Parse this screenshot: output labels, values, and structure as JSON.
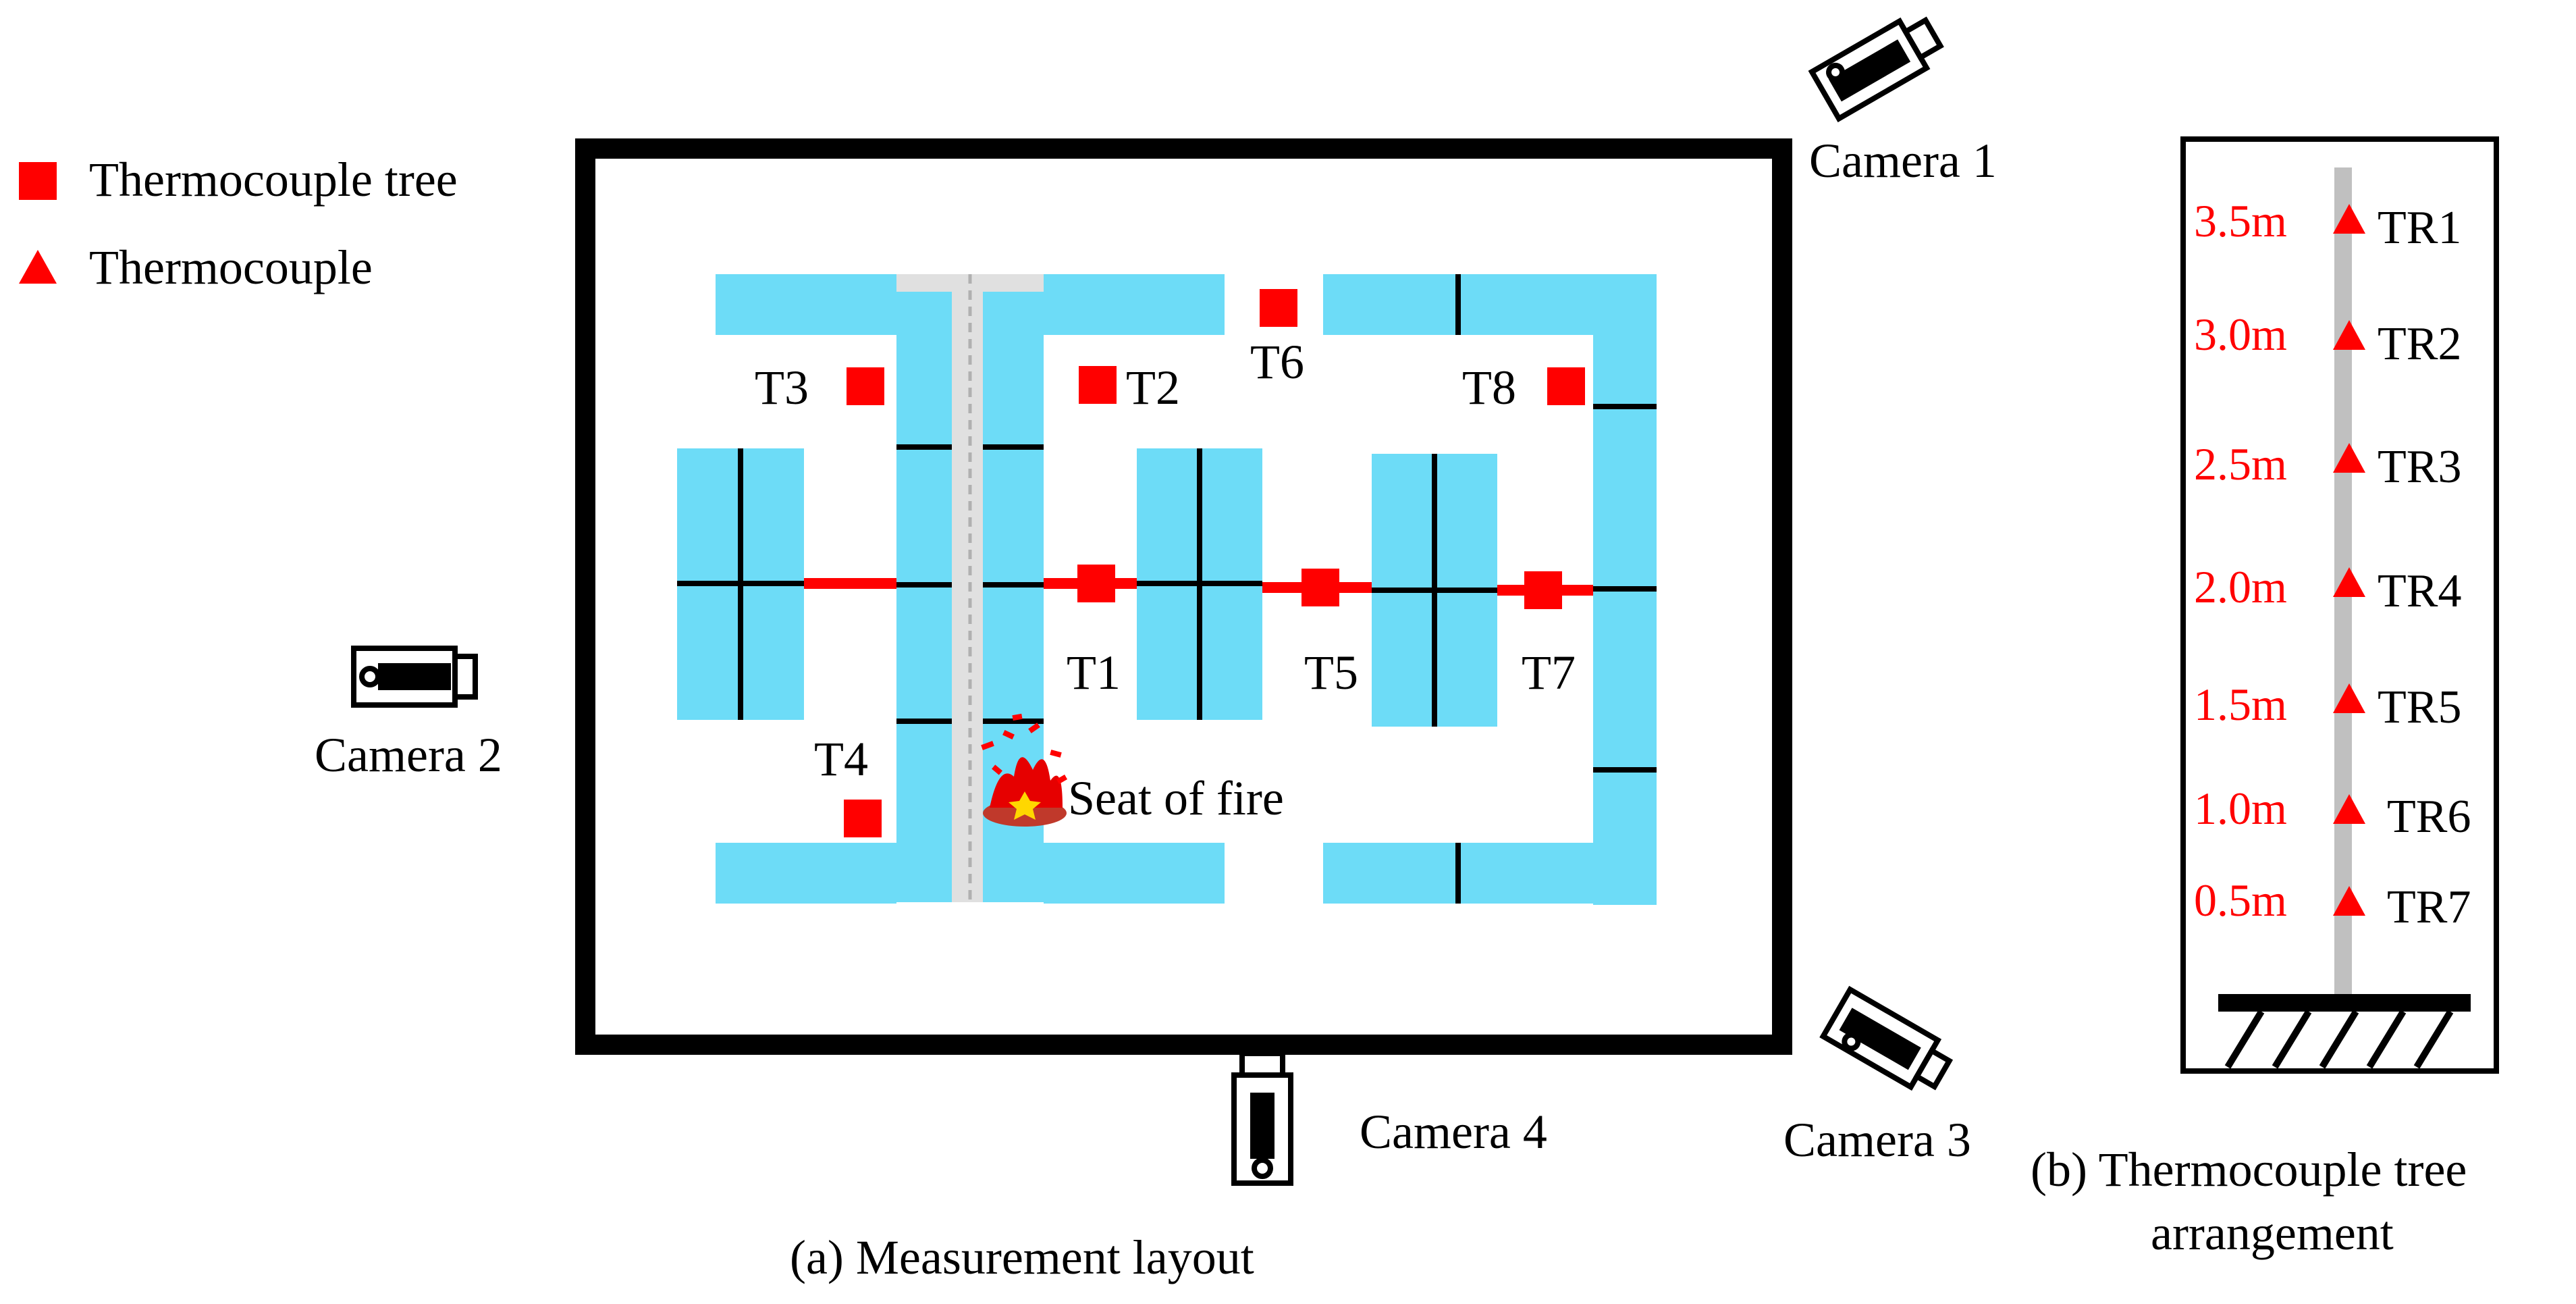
{
  "legend": {
    "tree_label": "Thermocouple tree",
    "thermocouple_label": "Thermocouple"
  },
  "cameras": {
    "camera1": "Camera 1",
    "camera2": "Camera 2",
    "camera3": "Camera 3",
    "camera4": "Camera 4"
  },
  "trees": {
    "t1": "T1",
    "t2": "T2",
    "t3": "T3",
    "t4": "T4",
    "t5": "T5",
    "t6": "T6",
    "t7": "T7",
    "t8": "T8"
  },
  "fire_label": "Seat of fire",
  "captions": {
    "a": "(a)  Measurement layout",
    "b_line1": "(b)  Thermocouple tree",
    "b_line2": "arrangement"
  },
  "tree_arrangement": [
    {
      "height": "3.5m",
      "name": "TR1"
    },
    {
      "height": "3.0m",
      "name": "TR2"
    },
    {
      "height": "2.5m",
      "name": "TR3"
    },
    {
      "height": "2.0m",
      "name": "TR4"
    },
    {
      "height": "1.5m",
      "name": "TR5"
    },
    {
      "height": "1.0m",
      "name": "TR6"
    },
    {
      "height": "0.5m",
      "name": "TR7"
    }
  ],
  "colors": {
    "sensor": "#ff0000",
    "shelf": "#6ddcf7",
    "aisle": "#e0e0e0",
    "wall": "#000000"
  }
}
